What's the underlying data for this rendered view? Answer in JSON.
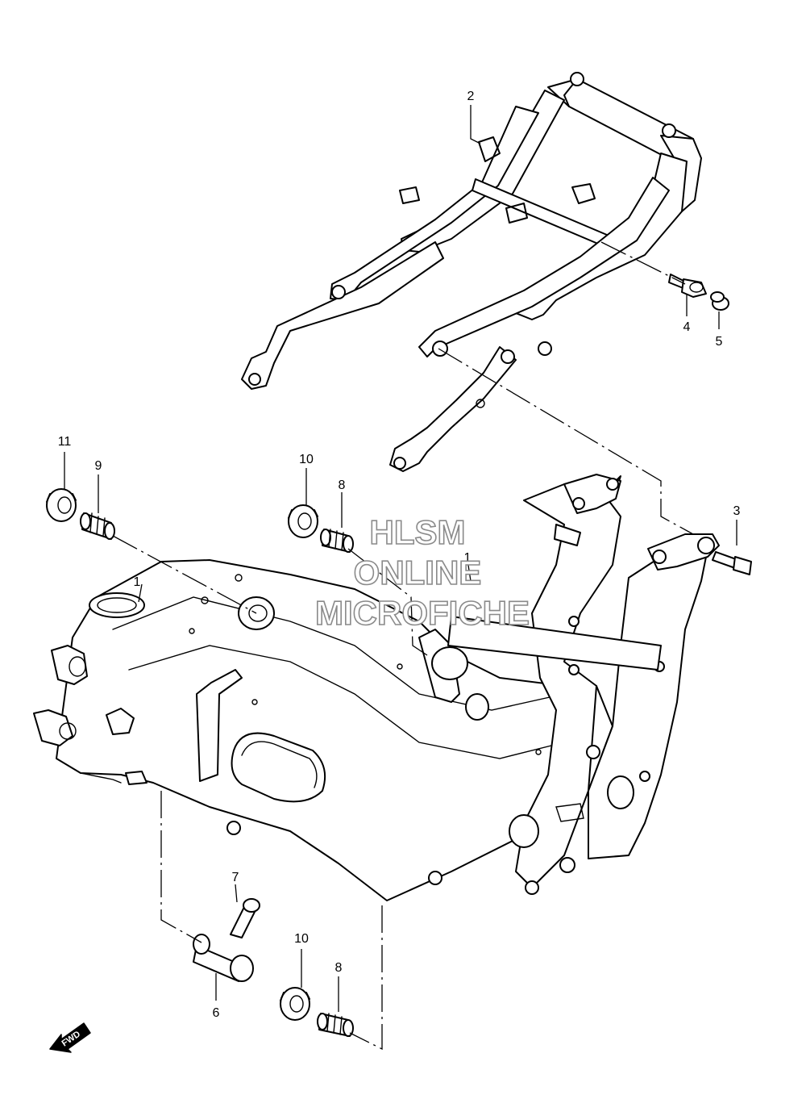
{
  "callouts": [
    {
      "id": "c1a",
      "label": "1"
    },
    {
      "id": "c1b",
      "label": "1"
    },
    {
      "id": "c2",
      "label": "2"
    },
    {
      "id": "c3",
      "label": "3"
    },
    {
      "id": "c4",
      "label": "4"
    },
    {
      "id": "c5",
      "label": "5"
    },
    {
      "id": "c6",
      "label": "6"
    },
    {
      "id": "c7",
      "label": "7"
    },
    {
      "id": "c8a",
      "label": "8"
    },
    {
      "id": "c8b",
      "label": "8"
    },
    {
      "id": "c9",
      "label": "9"
    },
    {
      "id": "c10a",
      "label": "10"
    },
    {
      "id": "c10b",
      "label": "10"
    },
    {
      "id": "c11",
      "label": "11"
    }
  ],
  "watermark": {
    "line1": "HLSM",
    "line2": "ONLINE",
    "line3": "MICROFICHE"
  },
  "fwd_arrow": {
    "label": "FWD"
  }
}
